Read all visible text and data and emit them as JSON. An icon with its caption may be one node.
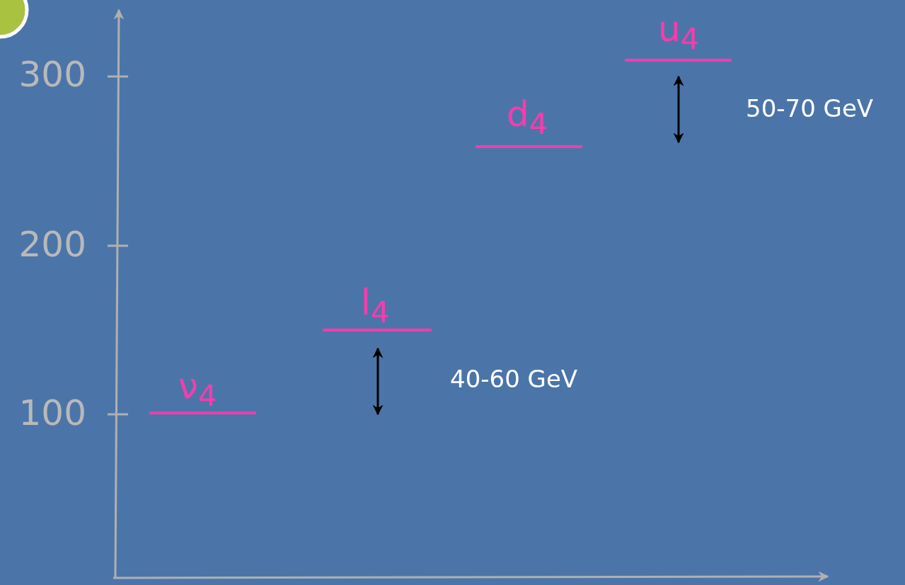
{
  "diagram": {
    "labels": [
      "300",
      "200",
      "100",
      "ν$_{4}$",
      "l$_{4}$",
      "d$_{4}$",
      "u$_{4}$",
      "40-60 GeV",
      "50-70 GeV"
    ]
  }
}
